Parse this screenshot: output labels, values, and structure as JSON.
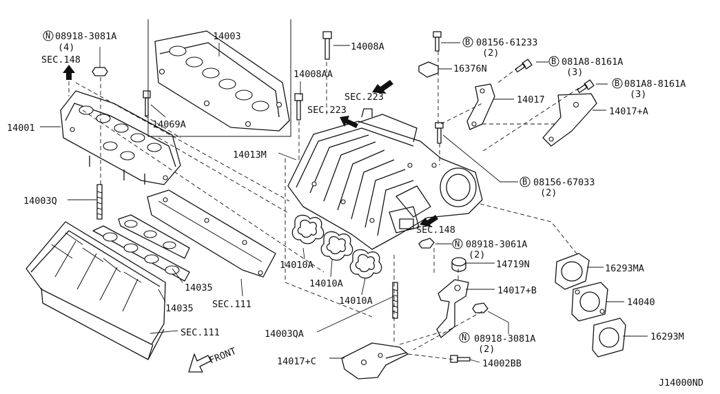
{
  "diagram_id": "J14000ND",
  "parts": {
    "p14003": "14003",
    "p14008a": "14008A",
    "p14008aa": "14008AA",
    "p14069a": "14069A",
    "p14001": "14001",
    "p14003q": "14003Q",
    "p14013m": "14013M",
    "p14010a_1": "14010A",
    "p14010a_2": "14010A",
    "p14010a_3": "14010A",
    "p14035_1": "14035",
    "p14035_2": "14035",
    "p14003qa": "14003QA",
    "p14017c": "14017+C",
    "p14017": "14017",
    "p14017a": "14017+A",
    "p14017b": "14017+B",
    "p16376n": "16376N",
    "p14719n": "14719N",
    "p16293ma": "16293MA",
    "p14040": "14040",
    "p16293m": "16293M",
    "p14002bb": "14002BB"
  },
  "sections": {
    "sec148_top": "SEC.148",
    "sec223_a": "SEC.223",
    "sec223_b": "SEC.223",
    "sec148_mid": "SEC.148",
    "sec111_a": "SEC.111",
    "sec111_b": "SEC.111"
  },
  "fasteners": {
    "n1": {
      "symbol": "N",
      "code": "08918-3081A",
      "qty": "(4)"
    },
    "b1": {
      "symbol": "B",
      "code": "08156-61233",
      "qty": "(2)"
    },
    "b2": {
      "symbol": "B",
      "code": "081A8-8161A",
      "qty": "(3)"
    },
    "b3": {
      "symbol": "B",
      "code": "081A8-8161A",
      "qty": "(3)"
    },
    "b4": {
      "symbol": "B",
      "code": "08156-67033",
      "qty": "(2)"
    },
    "n2": {
      "symbol": "N",
      "code": "08918-3061A",
      "qty": "(2)"
    },
    "n3": {
      "symbol": "N",
      "code": "08918-3081A",
      "qty": "(2)"
    }
  },
  "front_label": "FRONT"
}
